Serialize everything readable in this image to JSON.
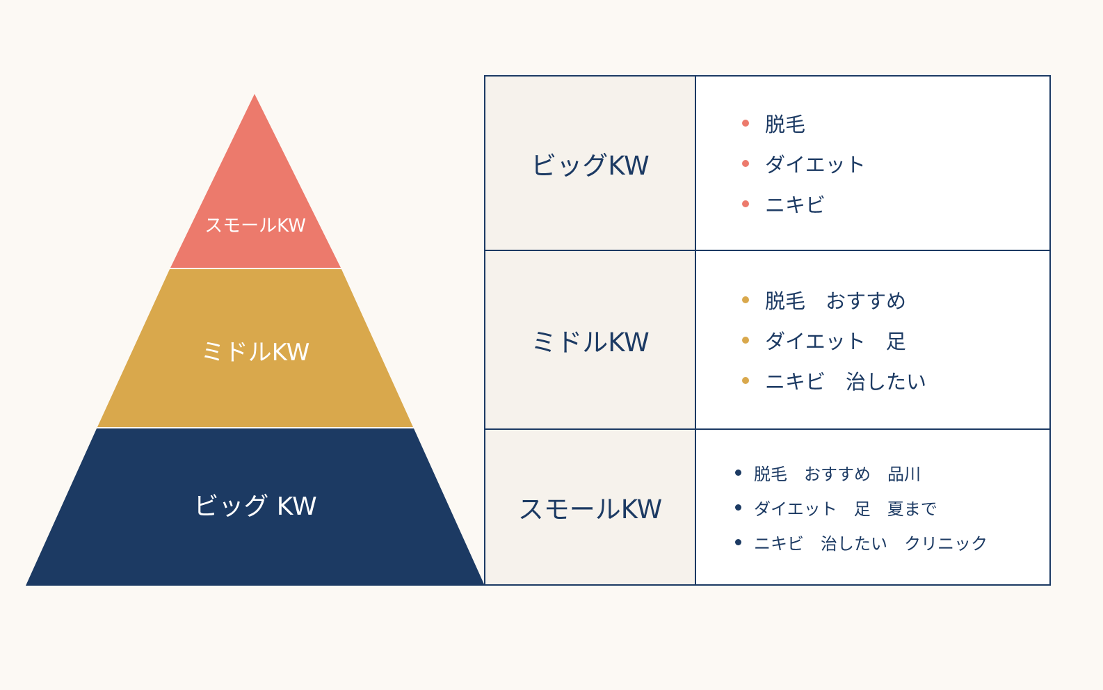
{
  "colors": {
    "background": "#fcf9f4",
    "small": "#ec7a6c",
    "middle": "#d9a84c",
    "big": "#1c3a63",
    "table_border": "#1c3a63",
    "label_cell": "#f6f2ec"
  },
  "pyramid": {
    "tiers": [
      {
        "id": "small",
        "label": "スモールKW"
      },
      {
        "id": "middle",
        "label": "ミドルKW"
      },
      {
        "id": "big",
        "label": "ビッグ KW"
      }
    ]
  },
  "table": {
    "rows": [
      {
        "label": "ビッグKW",
        "bullet_color": "#ec7a6c",
        "items": [
          "脱毛",
          "ダイエット",
          "ニキビ"
        ]
      },
      {
        "label": "ミドルKW",
        "bullet_color": "#d9a84c",
        "items": [
          "脱毛　おすすめ",
          "ダイエット　足",
          "ニキビ　治したい"
        ]
      },
      {
        "label": "スモールKW",
        "bullet_color": "#1c3a63",
        "items": [
          "脱毛　おすすめ　品川",
          "ダイエット　足　夏まで",
          "ニキビ　治したい　クリニック"
        ]
      }
    ]
  }
}
